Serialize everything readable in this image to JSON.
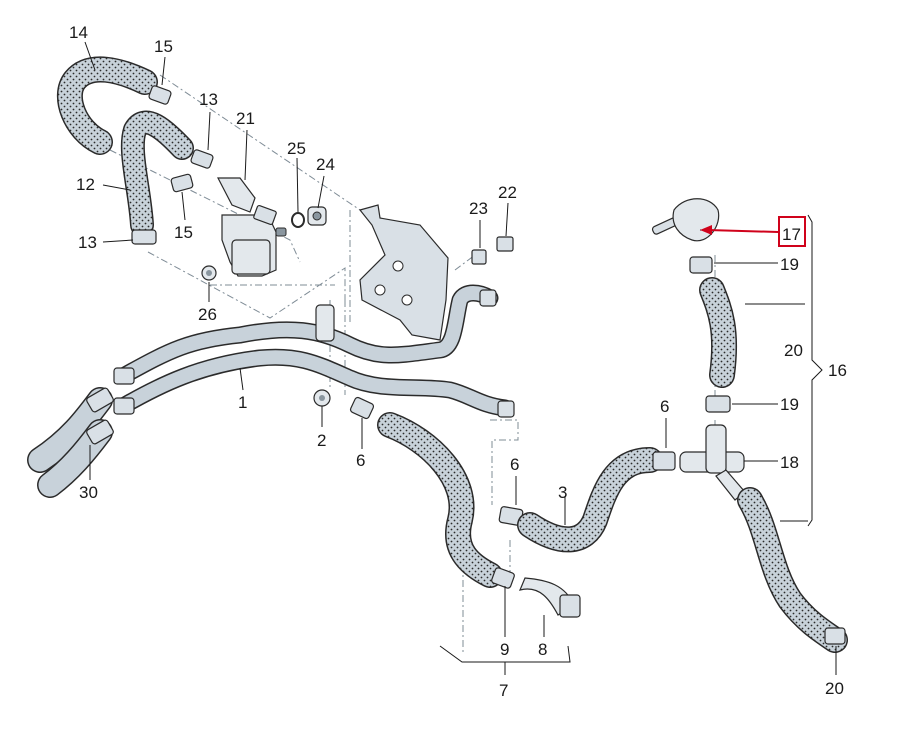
{
  "diagram": {
    "highlight_color": "#d0021b",
    "hose_color": "#c8d2da",
    "outline_color": "#2b2b2b",
    "labels": [
      {
        "id": "l14",
        "text": "14"
      },
      {
        "id": "l15a",
        "text": "15"
      },
      {
        "id": "l13a",
        "text": "13"
      },
      {
        "id": "l21",
        "text": "21"
      },
      {
        "id": "l25",
        "text": "25"
      },
      {
        "id": "l24",
        "text": "24"
      },
      {
        "id": "l12",
        "text": "12"
      },
      {
        "id": "l15b",
        "text": "15"
      },
      {
        "id": "l13b",
        "text": "13"
      },
      {
        "id": "l26",
        "text": "26"
      },
      {
        "id": "l23",
        "text": "23"
      },
      {
        "id": "l22",
        "text": "22"
      },
      {
        "id": "l17",
        "text": "17"
      },
      {
        "id": "l19a",
        "text": "19"
      },
      {
        "id": "l20a",
        "text": "20"
      },
      {
        "id": "l16",
        "text": "16"
      },
      {
        "id": "l19b",
        "text": "19"
      },
      {
        "id": "l18",
        "text": "18"
      },
      {
        "id": "l1",
        "text": "1"
      },
      {
        "id": "l2",
        "text": "2"
      },
      {
        "id": "l6a",
        "text": "6"
      },
      {
        "id": "l6b",
        "text": "6"
      },
      {
        "id": "l6c",
        "text": "6"
      },
      {
        "id": "l3",
        "text": "3"
      },
      {
        "id": "l30",
        "text": "30"
      },
      {
        "id": "l9",
        "text": "9"
      },
      {
        "id": "l8",
        "text": "8"
      },
      {
        "id": "l7",
        "text": "7"
      },
      {
        "id": "l20b",
        "text": "20"
      }
    ]
  }
}
